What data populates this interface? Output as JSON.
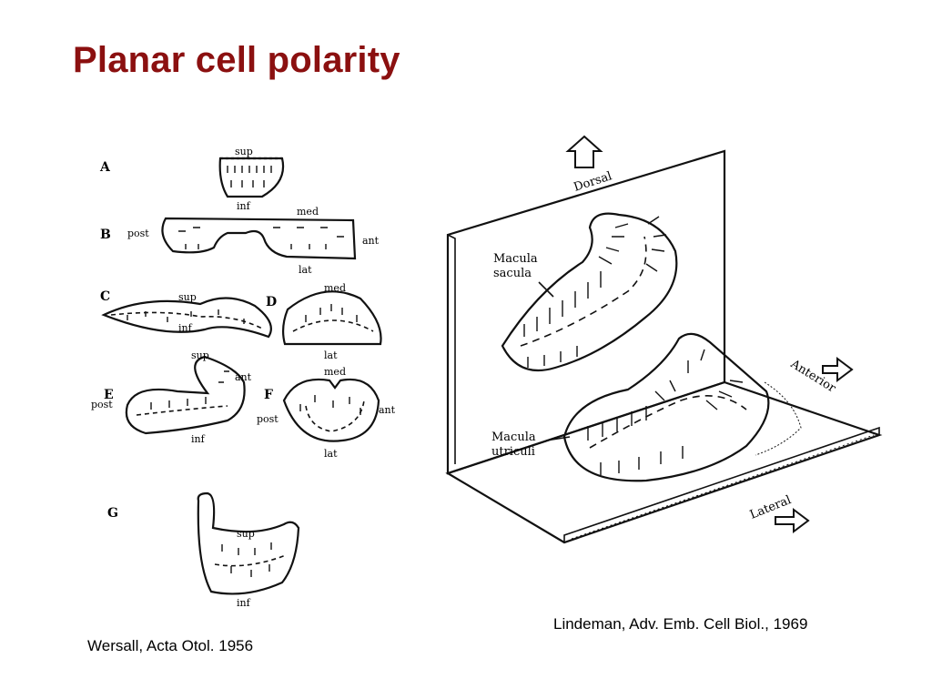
{
  "slide": {
    "title": "Planar cell polarity",
    "left_figure": {
      "panels": [
        "A",
        "B",
        "C",
        "D",
        "E",
        "F",
        "G"
      ],
      "labels": {
        "a_sup": "sup",
        "a_inf": "inf",
        "b_med": "med",
        "b_post": "post",
        "b_ant": "ant",
        "b_lat": "lat",
        "c_sup": "sup",
        "c_inf": "inf",
        "d_med": "med",
        "d_lat": "lat",
        "e_sup": "sup",
        "e_ant": "ant",
        "e_post": "post",
        "e_inf": "inf",
        "f_med": "med",
        "f_post": "post",
        "f_ant": "ant",
        "f_lat": "lat",
        "g_sup": "sup",
        "g_inf": "inf"
      }
    },
    "right_figure": {
      "labels": {
        "dorsal": "Dorsal",
        "anterior": "Anterior",
        "lateral": "Lateral",
        "macula_sacula_1": "Macula",
        "macula_sacula_2": "sacula",
        "macula_utriculi_1": "Macula",
        "macula_utriculi_2": "utriculi"
      }
    },
    "captions": {
      "right": "Lindeman, Adv. Emb. Cell Biol., 1969",
      "left": "Wersall, Acta Otol. 1956"
    }
  }
}
